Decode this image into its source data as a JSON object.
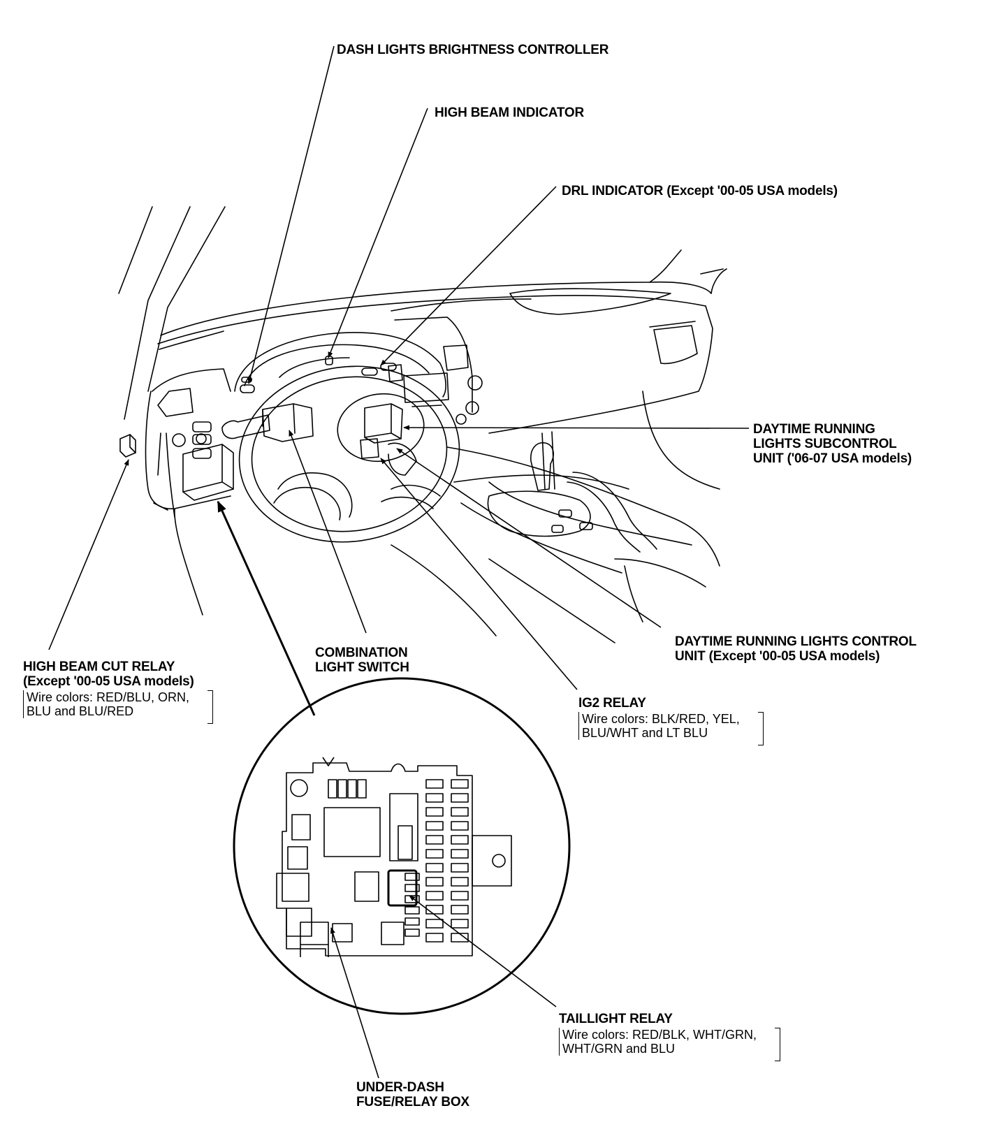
{
  "labels": {
    "dash_lights": "DASH LIGHTS BRIGHTNESS CONTROLLER",
    "high_beam_indicator": "HIGH BEAM INDICATOR",
    "drl_indicator": "DRL INDICATOR (Except '00-05 USA models)",
    "drl_subcontrol": [
      "DAYTIME RUNNING",
      "LIGHTS SUBCONTROL",
      "UNIT ('06-07 USA models)"
    ],
    "drl_control": [
      "DAYTIME RUNNING LIGHTS CONTROL",
      "UNIT (Except '00-05 USA models)"
    ],
    "combination_switch": [
      "COMBINATION",
      "LIGHT SWITCH"
    ],
    "high_beam_cut_relay": {
      "title": [
        "HIGH BEAM CUT RELAY",
        "(Except '00-05 USA models)"
      ],
      "wire_colors": [
        "Wire colors: RED/BLU, ORN,",
        "BLU and BLU/RED"
      ]
    },
    "ig2_relay": {
      "title": "IG2 RELAY",
      "wire_colors": [
        "Wire colors: BLK/RED, YEL,",
        "BLU/WHT and LT BLU"
      ]
    },
    "taillight_relay": {
      "title": "TAILLIGHT RELAY",
      "wire_colors": [
        "Wire colors: RED/BLK, WHT/GRN,",
        "WHT/GRN and BLU"
      ]
    },
    "under_dash_box": [
      "UNDER-DASH",
      "FUSE/RELAY BOX"
    ]
  }
}
